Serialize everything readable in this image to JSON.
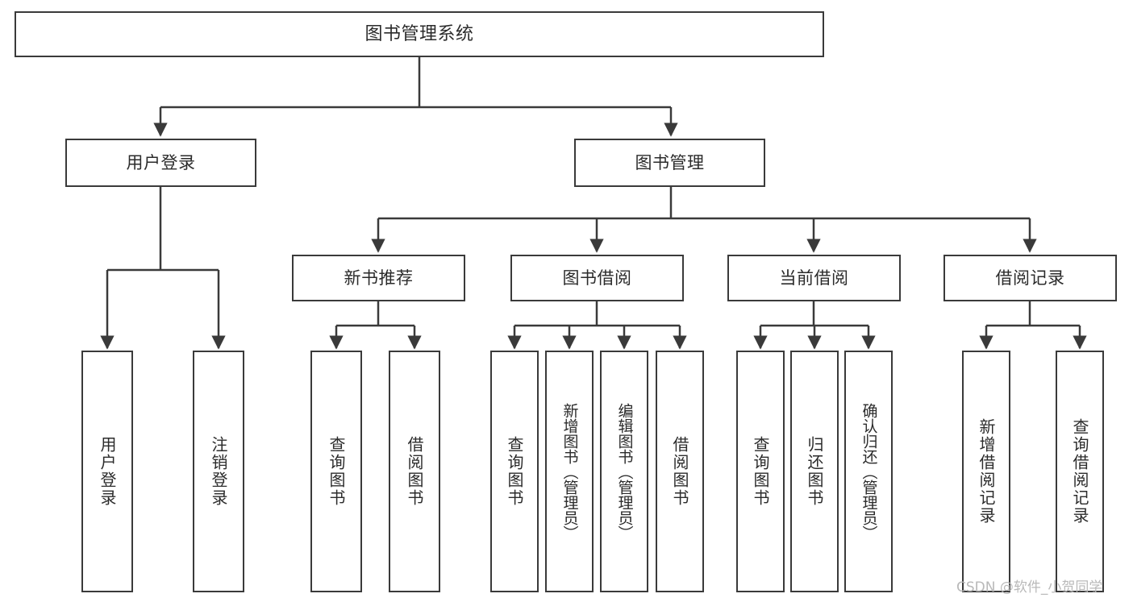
{
  "diagram": {
    "title": "图书管理系统",
    "type": "hierarchy-tree",
    "watermark": "CSDN @软件_小贺同学",
    "colors": {
      "box_border": "#3a3a3a",
      "box_fill": "#ffffff",
      "edge": "#3a3a3a",
      "text": "#2b2b2b",
      "watermark": "#b9b9b9"
    },
    "nodes": {
      "root": {
        "label": "图书管理系统"
      },
      "level1": [
        {
          "label": "用户登录"
        },
        {
          "label": "图书管理"
        }
      ],
      "level2": [
        {
          "label": "新书推荐"
        },
        {
          "label": "图书借阅"
        },
        {
          "label": "当前借阅"
        },
        {
          "label": "借阅记录"
        }
      ],
      "leaves_user_login": [
        {
          "label": "用户登录"
        },
        {
          "label": "注销登录"
        }
      ],
      "leaves_new_book": [
        {
          "label": "查询图书"
        },
        {
          "label": "借阅图书"
        }
      ],
      "leaves_borrow": [
        {
          "label": "查询图书"
        },
        {
          "label": "新增图书（管理员）"
        },
        {
          "label": "编辑图书（管理员）"
        },
        {
          "label": "借阅图书"
        }
      ],
      "leaves_current": [
        {
          "label": "查询图书"
        },
        {
          "label": "归还图书"
        },
        {
          "label": "确认归还（管理员）"
        }
      ],
      "leaves_records": [
        {
          "label": "新增借阅记录"
        },
        {
          "label": "查询借阅记录"
        }
      ]
    }
  }
}
